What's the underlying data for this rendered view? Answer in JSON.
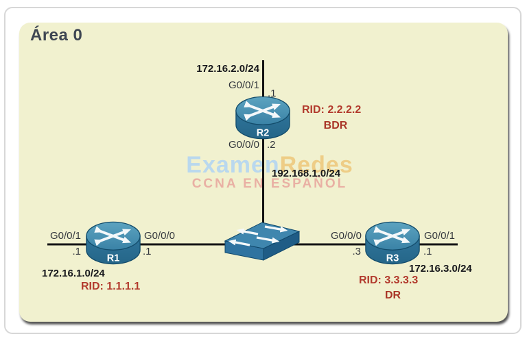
{
  "title": {
    "area": "Área 0"
  },
  "watermark": {
    "word1": "Examen",
    "word2": "Redes",
    "tagline": "CCNA EN ESPAÑOL"
  },
  "lan": {
    "network": "192.168.1.0/24"
  },
  "r1": {
    "name": "R1",
    "if_left": "G0/0/1",
    "ip_left": ".1",
    "if_right": "G0/0/0",
    "ip_right": ".1",
    "network": "172.16.1.0/24",
    "rid": "RID: 1.1.1.1"
  },
  "r2": {
    "name": "R2",
    "if_top": "G0/0/1",
    "ip_top": ".1",
    "if_bottom": "G0/0/0",
    "ip_bottom": ".2",
    "network": "172.16.2.0/24",
    "rid": "RID: 2.2.2.2",
    "role": "BDR"
  },
  "r3": {
    "name": "R3",
    "if_left": "G0/0/0",
    "ip_left": ".3",
    "if_right": "G0/0/1",
    "ip_right": ".1",
    "network": "172.16.3.0/24",
    "rid": "RID: 3.3.3.3",
    "role": "DR"
  },
  "icons": {
    "router": "router-icon",
    "switch": "switch-icon"
  },
  "colors": {
    "panel_bg": "#f1f1cf",
    "outer_border": "#d7d7d7",
    "link_line": "#141414",
    "network_text": "#17181c",
    "interface_text": "#33373d",
    "rid_red": "#b23a2d",
    "title_gray": "#3e4652",
    "router_top_blue": "#4f97b6",
    "router_body_blue": "#2a6d93",
    "watermark_blue": "#b9d8ee",
    "watermark_orange": "#eecd86",
    "watermark_pink": "#e9b0a4"
  }
}
